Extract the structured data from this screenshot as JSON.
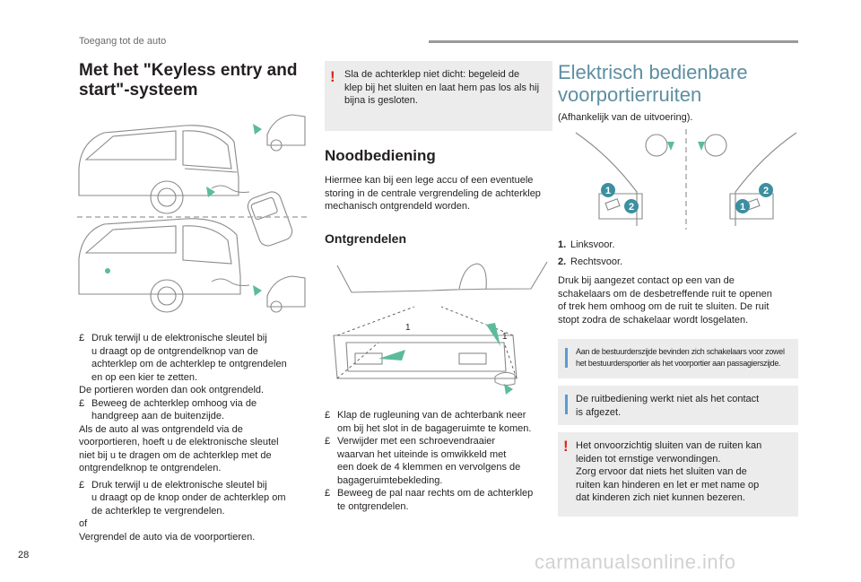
{
  "header": {
    "section": "Toegang tot de auto"
  },
  "col1": {
    "title": "Met het \"Keyless entry and start\"-systeem",
    "title_line1": "Met het \"Keyless entry and",
    "title_line2": "start\"-systeem",
    "p1_bullet": "£",
    "p1_l1": "Druk terwijl u de elektronische sleutel bij",
    "p1_l2": "u draagt op de ontgrendelknop van de",
    "p1_l3": "achterklep om de achterklep te ontgrendelen",
    "p1_l4": "en op een kier te zetten.",
    "p2": "De portieren worden dan ook ontgrendeld.",
    "p3_l1": "Beweeg de achterklep omhoog via de",
    "p3_l2": "handgreep aan de buitenzijde.",
    "p4_l1": "Als de auto al was ontgrendeld via de",
    "p4_l2": "voorportieren, hoeft u de elektronische sleutel",
    "p4_l3": "niet bij u te dragen om de achterklep met de",
    "p4_l4": "ontgrendelknop te ontgrendelen.",
    "p5_l1": "Druk terwijl u de elektronische sleutel bij",
    "p5_l2": "u draagt op de knop onder de achterklep om",
    "p5_l3": "de achterklep te vergrendelen.",
    "p6": "of",
    "p7": "Vergrendel de auto via de voorportieren."
  },
  "col2": {
    "warn_l1": "Sla de achterklep niet dicht: begeleid de",
    "warn_l2": "klep bij het sluiten en laat hem pas los als hij",
    "warn_l3": "bijna is gesloten.",
    "title": "Noodbediening",
    "intro_l1": "Hiermee kan bij een lege accu of een eventuele",
    "intro_l2": "storing in de centrale vergrendeling de achterklep",
    "intro_l3": "mechanisch ontgrendeld worden.",
    "subtitle": "Ontgrendelen",
    "fig_label_1a": "1",
    "fig_label_1b": "1",
    "b1_l1": "Klap de rugleuning van de achterbank neer",
    "b1_l2": "om bij het slot in de bagageruimte te komen.",
    "b2_l1": "Verwijder met een schroevendraaier",
    "b2_l2": "waarvan het uiteinde is omwikkeld met",
    "b2_l3": "een doek de 4 klemmen en vervolgens de",
    "b2_l4": "bagageruimtebekleding.",
    "b3_l1": "Beweeg de pal naar rechts om de achterklep",
    "b3_l2": "te ontgrendelen."
  },
  "col3": {
    "title_l1": "Elektrisch bedienbare",
    "title_l2": "voorportierruiten",
    "subtitle": "(Afhankelijk van de uitvoering).",
    "fig_badges": [
      "1",
      "2",
      "2",
      "1"
    ],
    "legend": [
      {
        "num": "1.",
        "label": "Linksvoor."
      },
      {
        "num": "2.",
        "label": "Rechtsvoor."
      }
    ],
    "p_l1": "Druk bij aangezet contact op een van de",
    "p_l2": "schakelaars om de desbetreffende ruit te openen",
    "p_l3": "of trek hem omhoog om de ruit te sluiten. De ruit",
    "p_l4": "stopt zodra de schakelaar wordt losgelaten.",
    "info1_l1": "Aan de bestuurderszijde bevinden zich schakelaars voor zowel",
    "info1_l2": "het bestuurdersportier als het voorportier aan passagierszijde.",
    "info2_l1": "De ruitbediening werkt niet als het contact",
    "info2_l2": "is afgezet.",
    "warn_l1": "Het onvoorzichtig sluiten van de ruiten kan",
    "warn_l2": "leiden tot ernstige verwondingen.",
    "warn_l3": "Zorg ervoor dat niets het sluiten van de",
    "warn_l4": "ruiten kan hinderen en let er met name op",
    "warn_l5": "dat kinderen zich niet kunnen bezeren."
  },
  "marks": {
    "warn": "!",
    "bullet": "£"
  },
  "footer": {
    "page_number": "28",
    "watermark": "carmanualsonline.info"
  },
  "colors": {
    "accent": "#5d8ea1",
    "warning": "#e2231a",
    "info": "#5a9bd5",
    "box": "#ececec",
    "badge": "#3c8fa0"
  }
}
